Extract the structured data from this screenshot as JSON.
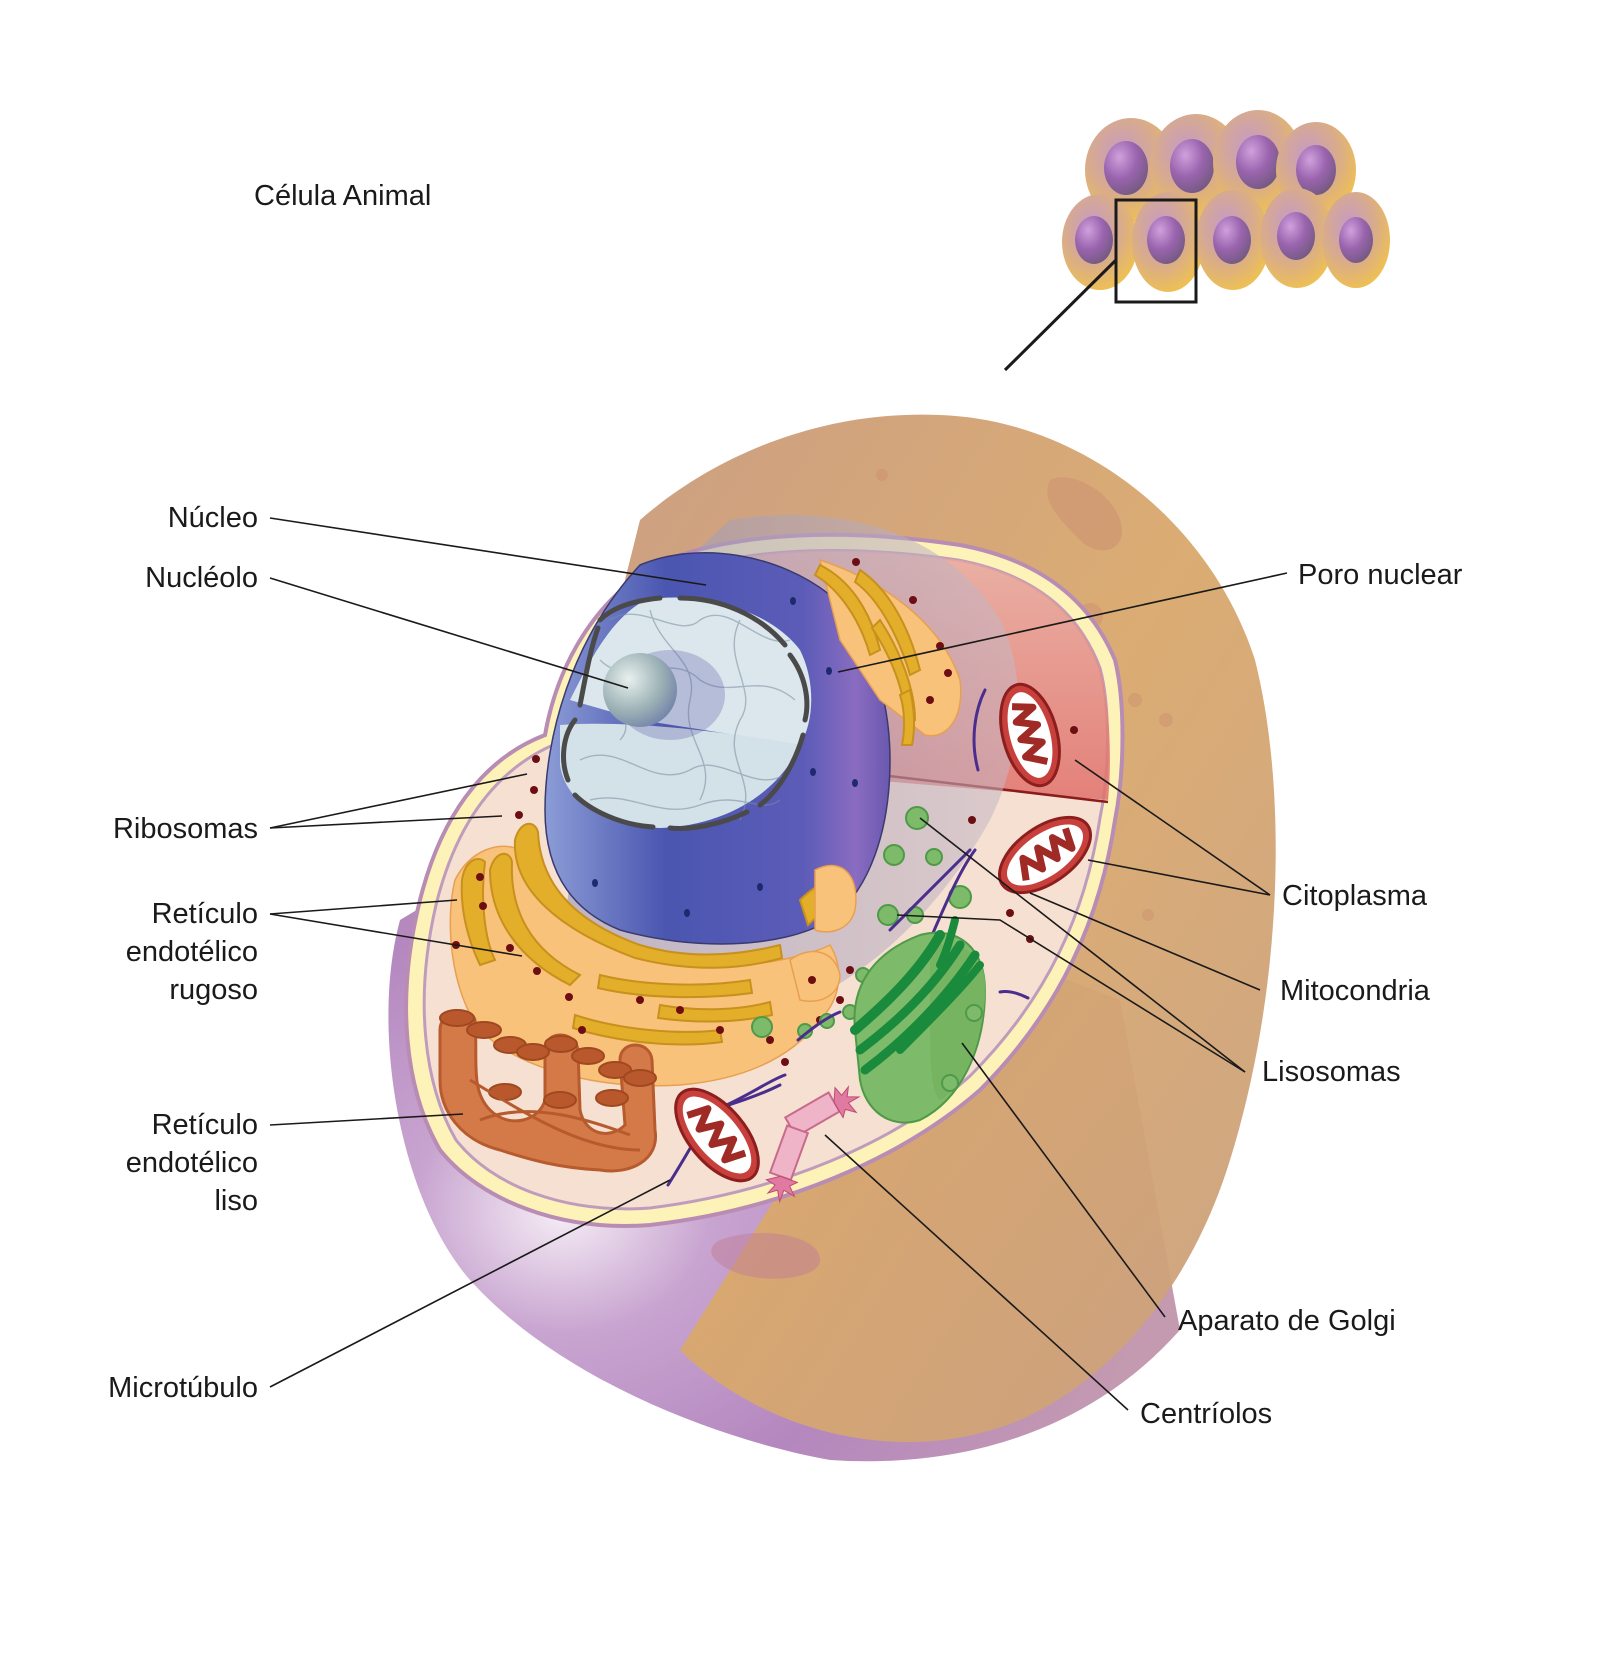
{
  "title": "Célula Animal",
  "labels": {
    "nucleo": "Núcleo",
    "nucleolo": "Nucléolo",
    "ribosomas": "Ribosomas",
    "rer": [
      "Retículo",
      "endotélico",
      "rugoso"
    ],
    "ser": [
      "Retículo",
      "endotélico",
      "liso"
    ],
    "microtubulo": "Microtúbulo",
    "poro_nuclear": "Poro nuclear",
    "citoplasma": "Citoplasma",
    "mitocondria": "Mitocondria",
    "lisosomas": "Lisosomas",
    "golgi": "Aparato de Golgi",
    "centriolos": "Centríolos"
  },
  "colors": {
    "cell_outer_tan": "#d9a86c",
    "cell_outer_purple": "#b88bc0",
    "nucleus_envelope": "#4d55b0",
    "nucleoplasm": "#d8e6ea",
    "rough_er": "#f9c27a",
    "smooth_er": "#d47a48",
    "golgi": "#2c9a4a",
    "lysosome": "#7dba6a",
    "mitochondria": "#c8403c",
    "centriole": "#e8a0bc",
    "cytoplasm": "#f5e0d2"
  },
  "inset": {
    "description": "tissue of animal cells with magnified cell highlighted",
    "cell_count": 9
  }
}
